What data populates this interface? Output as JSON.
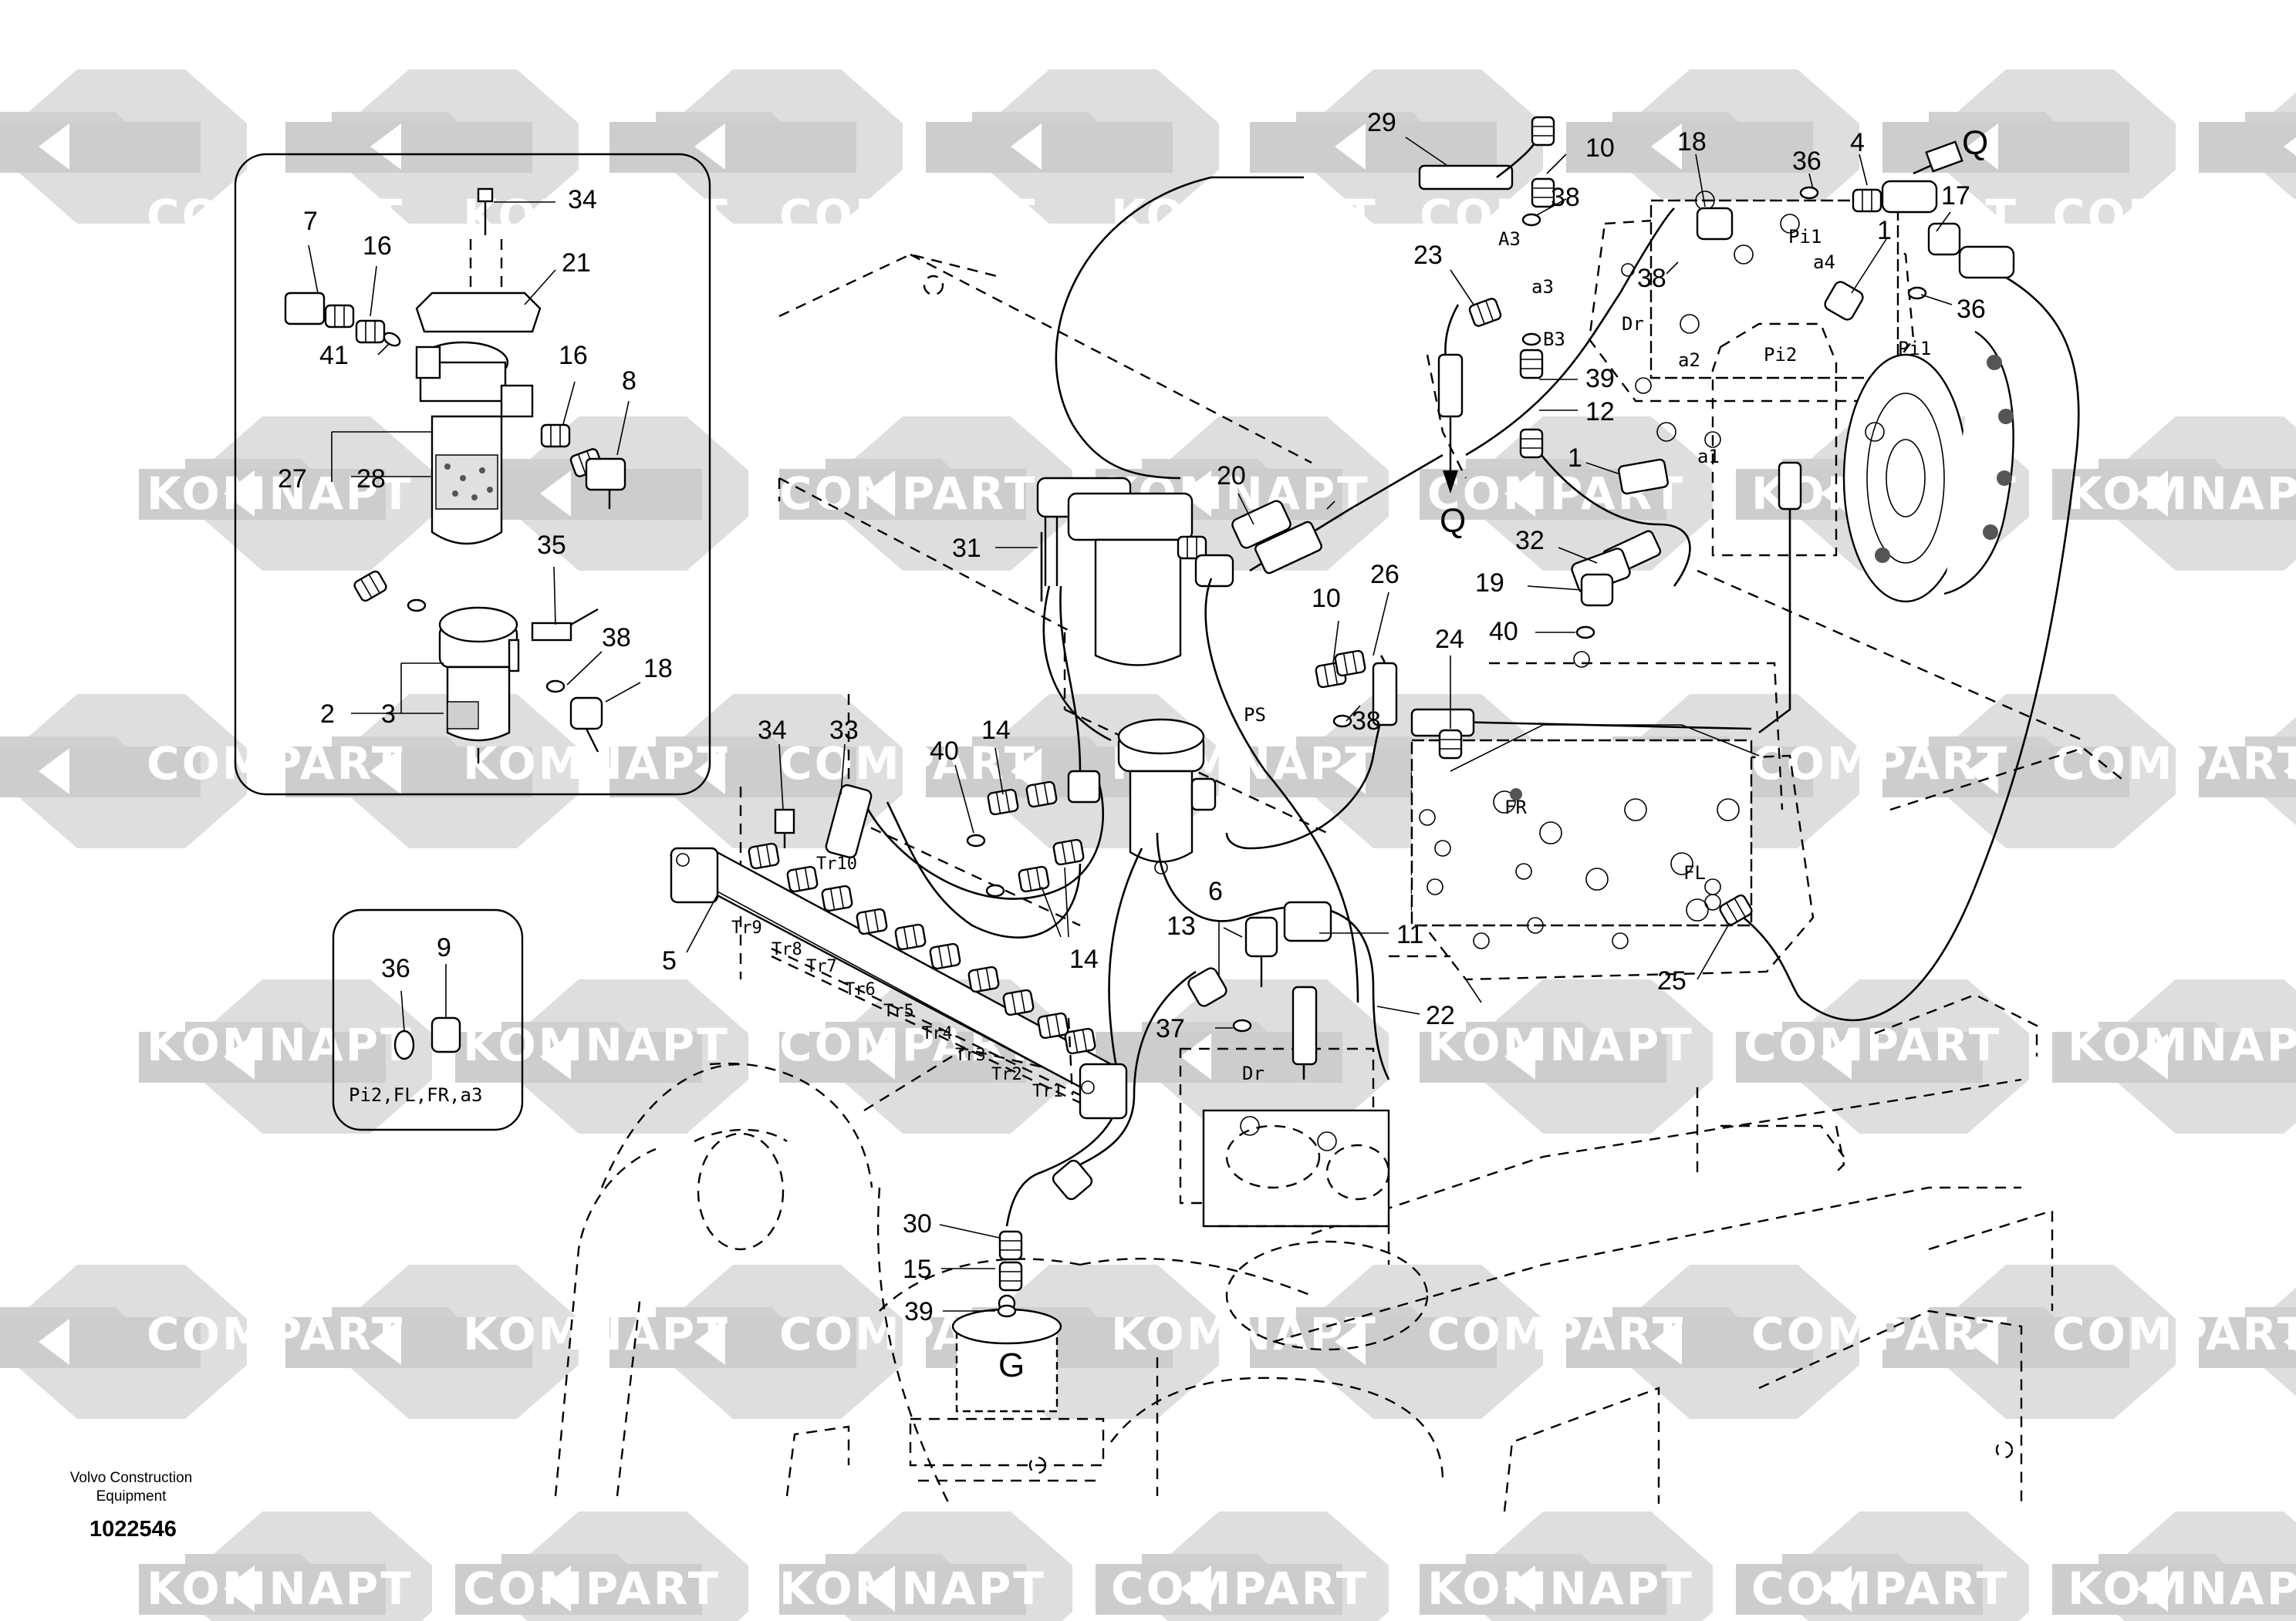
{
  "watermarks": {
    "cyrillic": "KOMNAPT",
    "latin": "COMPART"
  },
  "footer": {
    "company_line1": "Volvo Construction",
    "company_line2": "Equipment",
    "drawing_number": "1022546"
  },
  "inset_filter": {
    "callouts": [
      "34",
      "21",
      "7",
      "16",
      "16",
      "8",
      "41",
      "27",
      "28",
      "35",
      "38",
      "18",
      "2",
      "3"
    ]
  },
  "inset_plug": {
    "callouts": [
      "36",
      "9"
    ],
    "ports_caption": "Pi2,FL,FR,a3"
  },
  "main_callouts": [
    "29",
    "10",
    "38",
    "18",
    "36",
    "4",
    "1",
    "17",
    "36",
    "23",
    "38",
    "39",
    "12",
    "1",
    "32",
    "19",
    "40",
    "20",
    "31",
    "26",
    "10",
    "38",
    "24",
    "34",
    "33",
    "40",
    "14",
    "14",
    "5",
    "6",
    "13",
    "11",
    "37",
    "22",
    "30",
    "15",
    "39",
    "25"
  ],
  "port_labels": [
    "A3",
    "a3",
    "Dr",
    "B3",
    "Pi1",
    "a4",
    "Pi2",
    "Pi1",
    "a2",
    "a1",
    "PS",
    "FR",
    "FL",
    "Dr",
    "G"
  ],
  "tube_labels": [
    "Tr10",
    "Tr9",
    "Tr8",
    "Tr7",
    "Tr6",
    "Tr5",
    "Tr4",
    "Tr3",
    "Tr2",
    "Tr1"
  ],
  "hose_end_letters": [
    "Q",
    "Q"
  ]
}
